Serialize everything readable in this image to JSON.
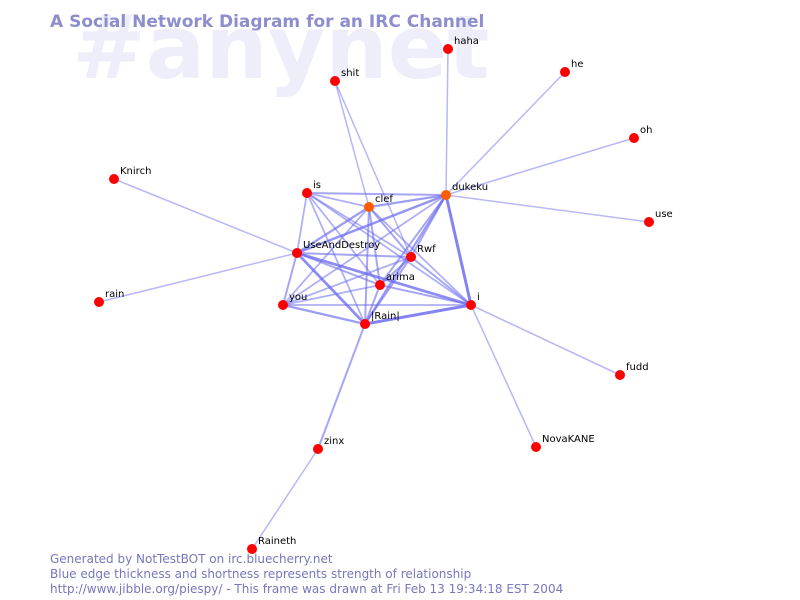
{
  "watermark": "#anynet",
  "title": "A Social Network Diagram for an IRC Channel",
  "footer": {
    "line1": "Generated by NotTestBOT on irc.bluecherry.net",
    "line2": "Blue edge thickness and shortness represents strength of relationship",
    "line3": "http://www.jibble.org/piespy/ - This frame was drawn at Fri Feb 13 19:34:18 EST 2004"
  },
  "colors": {
    "edge": "#6b6bef",
    "node": "#ff0000",
    "node_warm": "#ff5a00",
    "title": "#8d8dcf",
    "watermark": "#eeeefa",
    "footer": "#7777bb"
  },
  "nodes": [
    {
      "id": "haha",
      "label": "haha",
      "tone": "normal"
    },
    {
      "id": "he",
      "label": "he",
      "tone": "normal"
    },
    {
      "id": "shit",
      "label": "shit",
      "tone": "normal"
    },
    {
      "id": "oh",
      "label": "oh",
      "tone": "normal"
    },
    {
      "id": "Knirch",
      "label": "Knirch",
      "tone": "normal"
    },
    {
      "id": "is",
      "label": "is",
      "tone": "normal"
    },
    {
      "id": "dukeku",
      "label": "dukeku",
      "tone": "warm"
    },
    {
      "id": "clef",
      "label": "clef",
      "tone": "warm"
    },
    {
      "id": "use",
      "label": "use",
      "tone": "normal"
    },
    {
      "id": "UseAndDestroy",
      "label": "UseAndDestroy",
      "tone": "normal"
    },
    {
      "id": "Rwf",
      "label": "Rwf",
      "tone": "normal"
    },
    {
      "id": "arima",
      "label": "arima",
      "tone": "normal"
    },
    {
      "id": "rain",
      "label": "rain",
      "tone": "normal"
    },
    {
      "id": "you",
      "label": "you",
      "tone": "normal"
    },
    {
      "id": "i",
      "label": "i",
      "tone": "normal"
    },
    {
      "id": "Rain",
      "label": "|Rain|",
      "tone": "normal"
    },
    {
      "id": "fudd",
      "label": "fudd",
      "tone": "normal"
    },
    {
      "id": "zinx",
      "label": "zinx",
      "tone": "normal"
    },
    {
      "id": "NovaKANE",
      "label": "NovaKANE",
      "tone": "normal"
    },
    {
      "id": "Raineth",
      "label": "Raineth",
      "tone": "normal"
    }
  ],
  "edges": [
    {
      "source": "haha",
      "target": "dukeku",
      "strength": 0.3
    },
    {
      "source": "he",
      "target": "dukeku",
      "strength": 0.3
    },
    {
      "source": "oh",
      "target": "dukeku",
      "strength": 0.3
    },
    {
      "source": "use",
      "target": "dukeku",
      "strength": 0.3
    },
    {
      "source": "shit",
      "target": "clef",
      "strength": 0.3
    },
    {
      "source": "shit",
      "target": "Rwf",
      "strength": 0.3
    },
    {
      "source": "Knirch",
      "target": "UseAndDestroy",
      "strength": 0.3
    },
    {
      "source": "rain",
      "target": "UseAndDestroy",
      "strength": 0.3
    },
    {
      "source": "fudd",
      "target": "i",
      "strength": 0.3
    },
    {
      "source": "NovaKANE",
      "target": "i",
      "strength": 0.3
    },
    {
      "source": "zinx",
      "target": "Rain",
      "strength": 0.5
    },
    {
      "source": "Raineth",
      "target": "zinx",
      "strength": 0.3
    },
    {
      "source": "is",
      "target": "dukeku",
      "strength": 0.5
    },
    {
      "source": "is",
      "target": "clef",
      "strength": 0.4
    },
    {
      "source": "is",
      "target": "UseAndDestroy",
      "strength": 0.4
    },
    {
      "source": "is",
      "target": "Rwf",
      "strength": 0.4
    },
    {
      "source": "is",
      "target": "arima",
      "strength": 0.4
    },
    {
      "source": "is",
      "target": "Rain",
      "strength": 0.4
    },
    {
      "source": "is",
      "target": "i",
      "strength": 0.4
    },
    {
      "source": "clef",
      "target": "dukeku",
      "strength": 0.6
    },
    {
      "source": "clef",
      "target": "UseAndDestroy",
      "strength": 0.6
    },
    {
      "source": "clef",
      "target": "Rwf",
      "strength": 0.5
    },
    {
      "source": "clef",
      "target": "arima",
      "strength": 0.5
    },
    {
      "source": "clef",
      "target": "you",
      "strength": 0.4
    },
    {
      "source": "clef",
      "target": "Rain",
      "strength": 0.5
    },
    {
      "source": "clef",
      "target": "i",
      "strength": 0.4
    },
    {
      "source": "dukeku",
      "target": "UseAndDestroy",
      "strength": 0.7
    },
    {
      "source": "dukeku",
      "target": "Rwf",
      "strength": 0.5
    },
    {
      "source": "dukeku",
      "target": "arima",
      "strength": 0.5
    },
    {
      "source": "dukeku",
      "target": "you",
      "strength": 0.4
    },
    {
      "source": "dukeku",
      "target": "Rain",
      "strength": 0.6
    },
    {
      "source": "dukeku",
      "target": "i",
      "strength": 0.9
    },
    {
      "source": "UseAndDestroy",
      "target": "Rwf",
      "strength": 0.5
    },
    {
      "source": "UseAndDestroy",
      "target": "arima",
      "strength": 0.5
    },
    {
      "source": "UseAndDestroy",
      "target": "you",
      "strength": 0.5
    },
    {
      "source": "UseAndDestroy",
      "target": "Rain",
      "strength": 0.8
    },
    {
      "source": "UseAndDestroy",
      "target": "i",
      "strength": 0.8
    },
    {
      "source": "Rwf",
      "target": "arima",
      "strength": 0.5
    },
    {
      "source": "Rwf",
      "target": "you",
      "strength": 0.4
    },
    {
      "source": "Rwf",
      "target": "Rain",
      "strength": 0.5
    },
    {
      "source": "Rwf",
      "target": "i",
      "strength": 0.5
    },
    {
      "source": "arima",
      "target": "you",
      "strength": 0.4
    },
    {
      "source": "arima",
      "target": "Rain",
      "strength": 0.5
    },
    {
      "source": "arima",
      "target": "i",
      "strength": 0.5
    },
    {
      "source": "you",
      "target": "Rain",
      "strength": 0.6
    },
    {
      "source": "you",
      "target": "i",
      "strength": 0.4
    },
    {
      "source": "Rain",
      "target": "i",
      "strength": 0.9
    }
  ]
}
